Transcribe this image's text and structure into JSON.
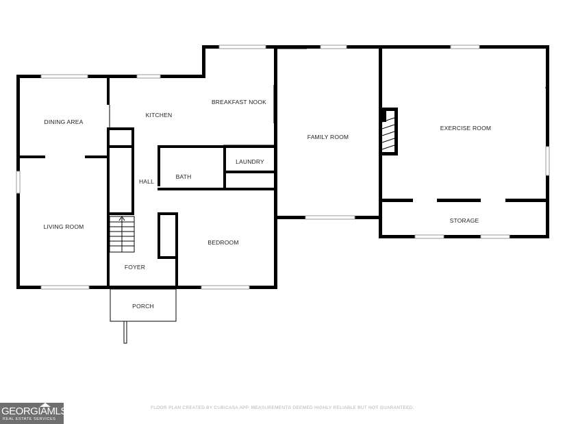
{
  "rooms": {
    "dining_area": "DINING AREA",
    "kitchen": "KITCHEN",
    "breakfast_nook": "BREAKFAST NOOK",
    "family_room": "FAMILY ROOM",
    "exercise_room": "EXERCISE ROOM",
    "laundry": "LAUNDRY",
    "hall": "HALL",
    "bath": "BATH",
    "living_room": "LIVING ROOM",
    "bedroom": "BEDROOM",
    "storage": "STORAGE",
    "foyer": "FOYER",
    "porch": "PORCH"
  },
  "footer": {
    "disclaimer": "FLOOR PLAN CREATED BY CUBICASA APP. MEASUREMENTS DEEMED HIGHLY RELIABLE BUT NOT GUARANTEED."
  },
  "logo": {
    "brand": "GEORGIAMLS",
    "tagline": "REAL ESTATE SERVICES"
  },
  "colors": {
    "wall": "#000000",
    "background": "#ffffff",
    "logo_background": "#6f6f6f"
  }
}
